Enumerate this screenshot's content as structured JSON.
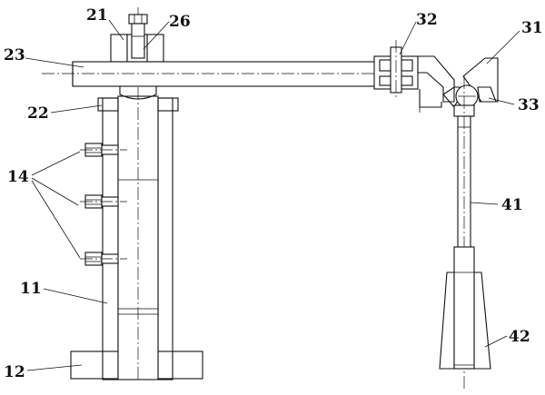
{
  "labels": {
    "l21": "21",
    "l26": "26",
    "l23": "23",
    "l22": "22",
    "l14": "14",
    "l11": "11",
    "l12": "12",
    "l32": "32",
    "l31": "31",
    "l33": "33",
    "l41": "41",
    "l42": "42"
  }
}
